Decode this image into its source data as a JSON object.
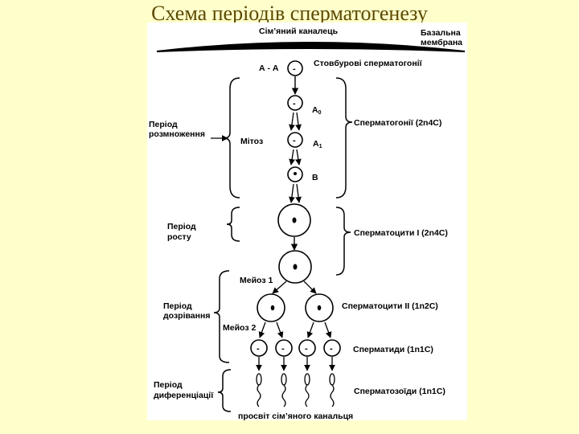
{
  "title": "Схема періодів сперматогенезу",
  "labels": {
    "tubule": "Сім’яний каналець",
    "membrane_1": "Базальна",
    "membrane_2": "мембрана",
    "aa": "А - А",
    "stem": "Стовбурові сперматогонії",
    "a0": "А",
    "a0_sub": "0",
    "a1": "А",
    "a1_sub": "1",
    "b": "В",
    "mitosis": "Мітоз",
    "spermatogonia": "Сперматогонії (2n4C)",
    "period_reproduction_1": "Період",
    "period_reproduction_2": "розмноження",
    "period_growth_1": "Період",
    "period_growth_2": "росту",
    "spermatocytes1": "Сперматоцити І (2n4C)",
    "meiosis1": "Мейоз 1",
    "period_maturation_1": "Період",
    "period_maturation_2": "дозрівання",
    "spermatocytes2": "Сперматоцити ІІ (1n2C)",
    "meiosis2": "Мейоз 2",
    "spermatids": "Сперматиди (1n1C)",
    "period_diff_1": "Період",
    "period_diff_2": "диференціації",
    "spermatozoa": "Сперматозоїди (1n1C)",
    "lumen": "просвіт сім’яного канальця",
    "cell_sign": "-"
  }
}
